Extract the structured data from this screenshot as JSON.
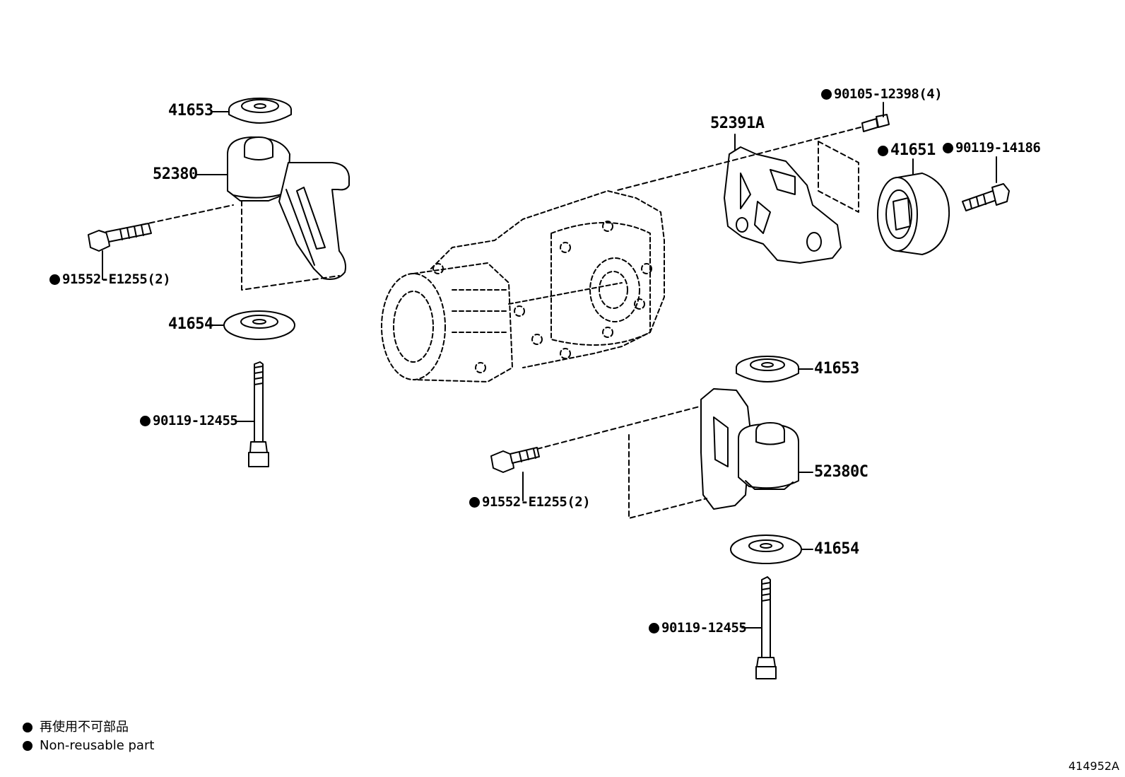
{
  "labels": {
    "p41653_top": "41653",
    "p52380": "52380",
    "p91552_left": "91552-E1255(2)",
    "p41654_left": "41654",
    "p90119_left": "90119-12455",
    "p52391a": "52391A",
    "p90105": "90105-12398(4)",
    "p41651": "41651",
    "p90119_right": "90119-14186",
    "p41653_right": "41653",
    "p52380c": "52380C",
    "p91552_right": "91552-E1255(2)",
    "p41654_right": "41654",
    "p90119_bottom": "90119-12455"
  },
  "legend": {
    "jp": "再使用不可部品",
    "en": "Non-reusable part"
  },
  "figure_number": "414952A"
}
